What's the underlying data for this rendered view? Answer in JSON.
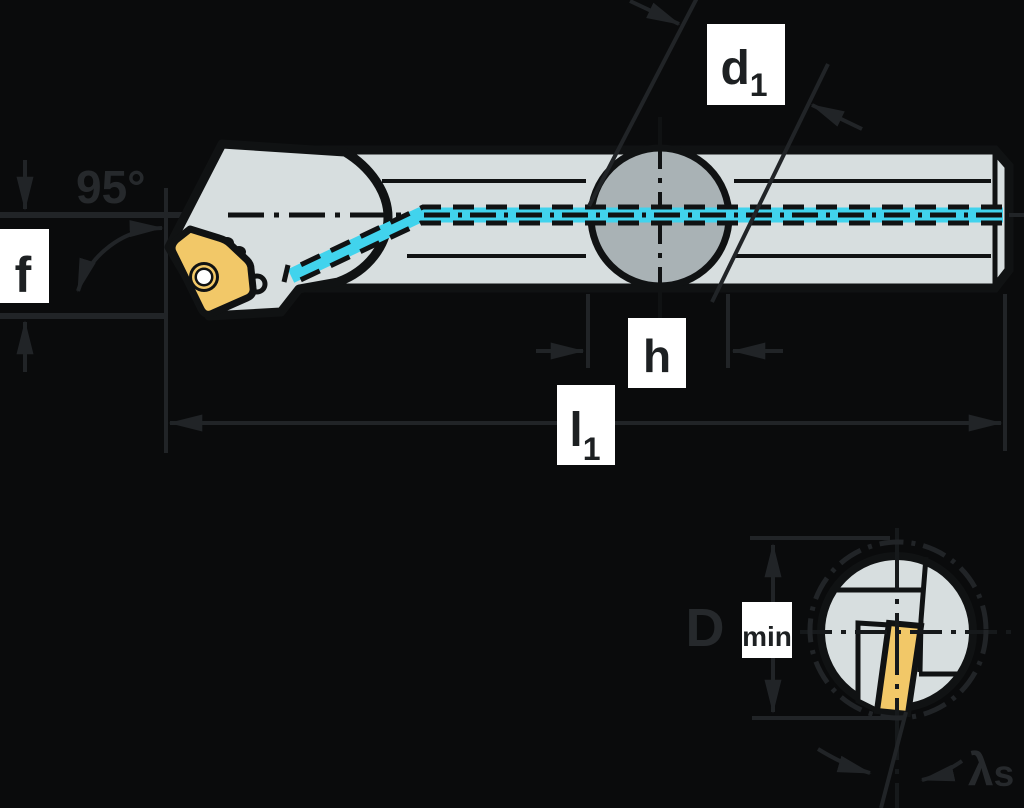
{
  "drawing": {
    "type": "tool-technical-drawing",
    "views": [
      "side-view-boring-bar",
      "end-view-min-bore-detail"
    ]
  },
  "labels": {
    "approach_angle": "95°",
    "f": "f",
    "d1_base": "d",
    "d1_sub": "1",
    "h": "h",
    "l1_base": "l",
    "l1_sub": "1",
    "dmin_base": "D",
    "dmin_sub": "min",
    "lambda_base": "λ",
    "lambda_sub": "s"
  },
  "colors": {
    "background": "#0a0b0c",
    "body_gray": "#d7dedf",
    "section_circle_gray": "#a9b2b5",
    "insert_gold": "#f2c868",
    "coolant_cyan": "#41d3ed",
    "outline_dark": "#101213",
    "dimension_line": "#212427",
    "label_box": "#ffffff",
    "on_black_text": "#26292c"
  }
}
